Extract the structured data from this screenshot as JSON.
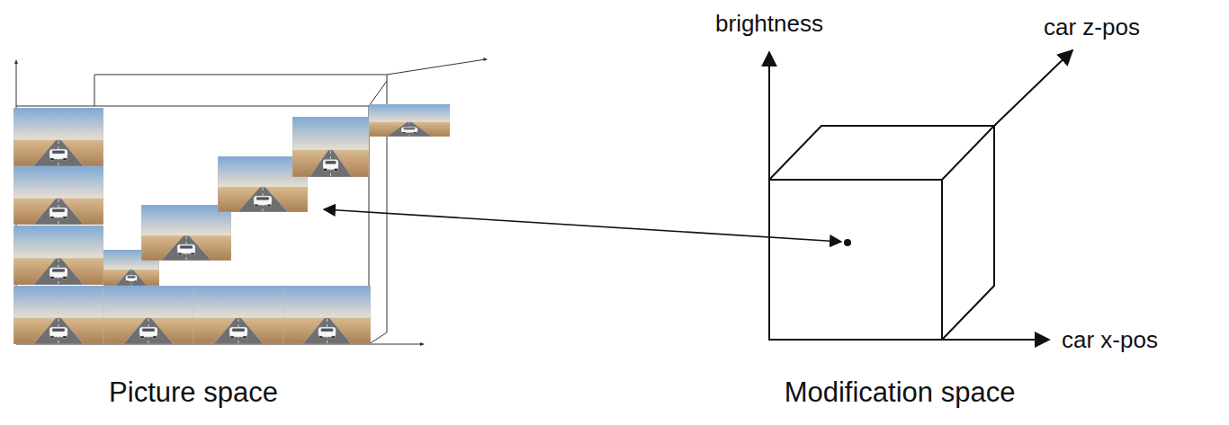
{
  "diagram": {
    "nodes": [
      {
        "text": [
          "Picture space"
        ]
      },
      {
        "text": [
          "Modification space"
        ]
      }
    ],
    "edges": [
      {
        "from": 0,
        "to": 1,
        "arrow": "both"
      }
    ],
    "labels": [
      "brightness",
      "car z-pos",
      "car x-pos"
    ]
  }
}
